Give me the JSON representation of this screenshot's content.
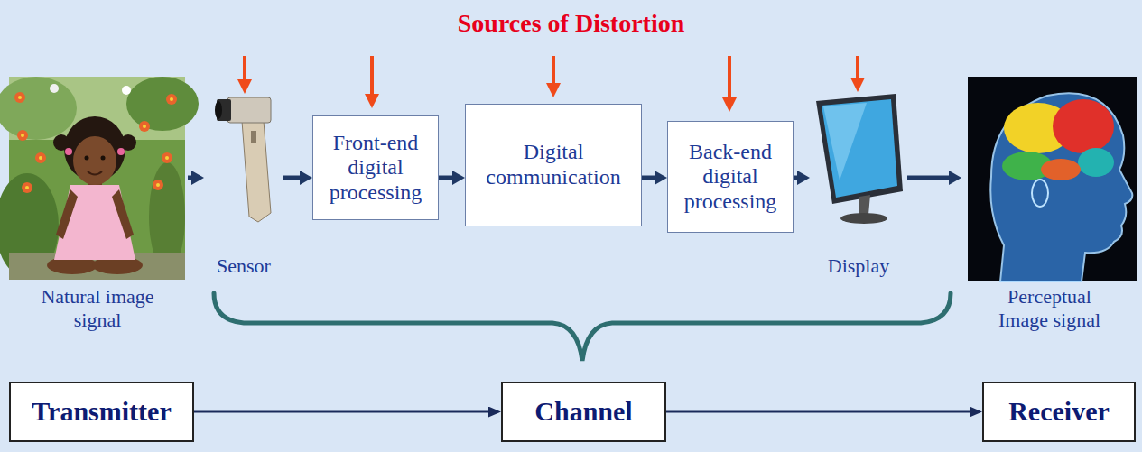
{
  "diagram": {
    "title": "Sources of Distortion",
    "nodes": [
      {
        "text": [
          "Natural image signal"
        ]
      },
      {
        "text": [
          "Sensor"
        ]
      },
      {
        "text": [
          "Front-end digital processing"
        ]
      },
      {
        "text": [
          "Digital communication"
        ]
      },
      {
        "text": [
          "Back-end digital processing"
        ]
      },
      {
        "text": [
          "Display"
        ]
      },
      {
        "text": [
          "Perceptual Image signal"
        ]
      },
      {
        "text": [
          "Transmitter"
        ]
      },
      {
        "text": [
          "Channel"
        ]
      },
      {
        "text": [
          "Receiver"
        ]
      }
    ],
    "edges": [
      {
        "from": 0,
        "to": 1,
        "arrow": "to"
      },
      {
        "from": 1,
        "to": 2,
        "arrow": "to"
      },
      {
        "from": 2,
        "to": 3,
        "arrow": "to"
      },
      {
        "from": 3,
        "to": 4,
        "arrow": "to"
      },
      {
        "from": 4,
        "to": 5,
        "arrow": "to"
      },
      {
        "from": 5,
        "to": 6,
        "arrow": "to"
      },
      {
        "from": 7,
        "to": 8,
        "arrow": "to"
      },
      {
        "from": 8,
        "to": 9,
        "arrow": "to"
      }
    ]
  }
}
